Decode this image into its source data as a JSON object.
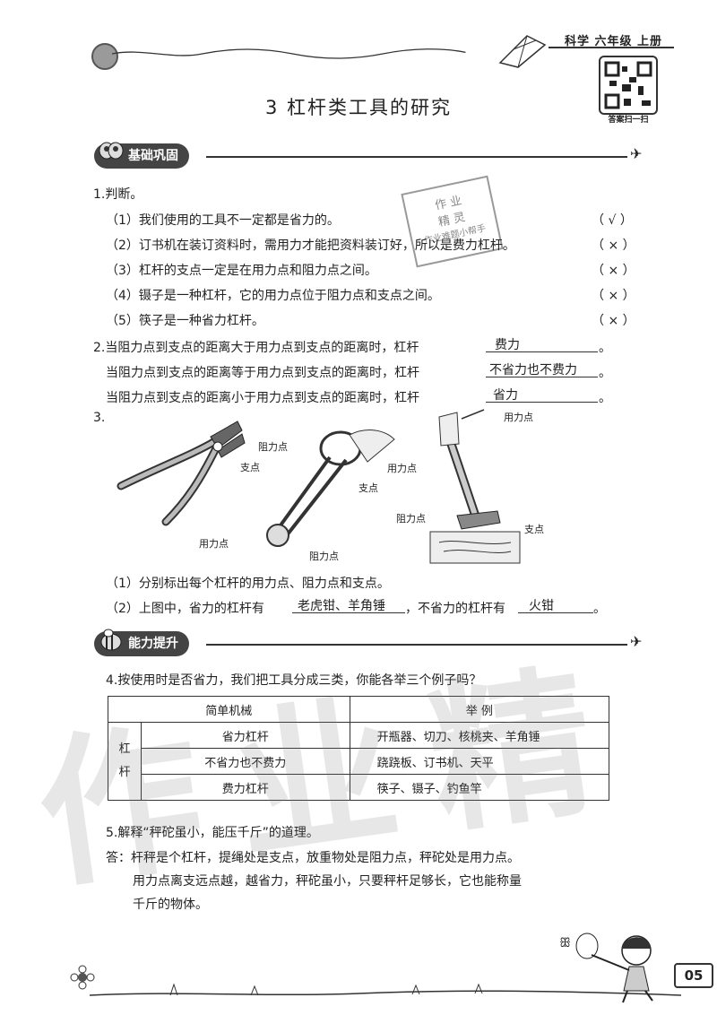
{
  "header": {
    "grade": "科学 六年级 上册",
    "qr_caption": "答案扫一扫"
  },
  "title": "3 杠杆类工具的研究",
  "sections": {
    "basic": "基础巩固",
    "advanced": "能力提升"
  },
  "q1": {
    "label": "1.判断。",
    "items": [
      {
        "text": "（1）我们使用的工具不一定都是省力的。",
        "mark": "（ √ ）"
      },
      {
        "text": "（2）订书机在装订资料时，需用力才能把资料装订好，所以是费力杠杆。",
        "mark": "（ × ）"
      },
      {
        "text": "（3）杠杆的支点一定是在用力点和阻力点之间。",
        "mark": "（ × ）"
      },
      {
        "text": "（4）镊子是一种杠杆，它的用力点位于阻力点和支点之间。",
        "mark": "（ × ）"
      },
      {
        "text": "（5）筷子是一种省力杠杆。",
        "mark": "（ × ）"
      }
    ]
  },
  "q2": {
    "lines": [
      {
        "text": "2.当阻力点到支点的距离大于用力点到支点的距离时，杠杆",
        "answer": "费力"
      },
      {
        "text": "当阻力点到支点的距离等于用力点到支点的距离时，杠杆",
        "answer": "不省力也不费力"
      },
      {
        "text": "当阻力点到支点的距离小于用力点到支点的距离时，杠杆",
        "answer": "省力"
      }
    ],
    "end": "。"
  },
  "q3": {
    "label": "3.",
    "labels": {
      "resist": "阻力点",
      "fulcrum": "支点",
      "effort": "用力点"
    },
    "sub1": "（1）分别标出每个杠杆的用力点、阻力点和支点。",
    "sub2_a": "（2）上图中，省力的杠杆有",
    "sub2_ans1": "老虎钳、羊角锤",
    "sub2_b": "，不省力的杠杆有",
    "sub2_ans2": "火钳",
    "sub2_end": "。"
  },
  "q4": {
    "label": "4.按使用时是否省力，我们把工具分成三类，你能各举三个例子吗？",
    "head": [
      "简单机械",
      "举 例"
    ],
    "group": "杠\n杆",
    "rows": [
      {
        "type": "省力杠杆",
        "examples": "开瓶器、切刀、核桃夹、羊角锤"
      },
      {
        "type": "不省力也不费力",
        "examples": "跷跷板、订书机、天平"
      },
      {
        "type": "费力杠杆",
        "examples": "筷子、镊子、钓鱼竿"
      }
    ]
  },
  "q5": {
    "label": "5.解释“秤砣虽小，能压千斤”的道理。",
    "answer": [
      "答：杆秤是个杠杆，提绳处是支点，放重物处是阻力点，秤砣处是用力点。",
      "用力点离支远点越，越省力，秤砣虽小，只要秤杆足够长，它也能称量",
      "千斤的物体。"
    ]
  },
  "stamp": {
    "l1": "作 业",
    "l2": "精 灵",
    "l3": "作业难题小帮手"
  },
  "watermark": "作业精",
  "page_number": "05"
}
